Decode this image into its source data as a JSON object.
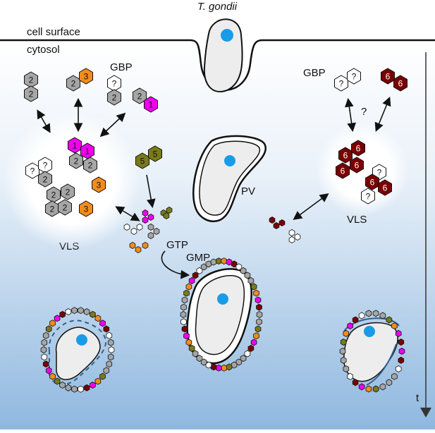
{
  "labels": {
    "pathogen": "T. gondii",
    "cell_surface": "cell surface",
    "cytosol": "cytosol",
    "gbp_left": "GBP",
    "gbp_right": "GBP",
    "vls_left": "VLS",
    "vls_right": "VLS",
    "pv": "PV",
    "gtp": "GTP",
    "gmp": "GMP",
    "question_right": "?",
    "question_vls_right": "?",
    "time": "t"
  },
  "legend_colors": {
    "gbp1": "#ee00ee",
    "gbp2": "#a6a6a6",
    "gbp3": "#f28c1e",
    "gbp5": "#7a7a1a",
    "gbp6": "#7a0000",
    "unknown": "#ffffff",
    "pv_fill": "#ededed",
    "nucleus": "#1a9be8",
    "cytosol_gradient_top": "#ffffff",
    "cytosol_gradient_bottom": "#8fb8df"
  },
  "hex_groups": {
    "gray_dimer": [
      "2",
      "2"
    ],
    "gray_orange_dimer": [
      "2",
      "3"
    ],
    "unknown_gray": [
      "?",
      "2"
    ],
    "gray_magenta": [
      "2",
      "1"
    ],
    "olive_dimer": [
      "5",
      "5"
    ],
    "unknown_dimer_right": [
      "?",
      "?"
    ],
    "red_dimer_right": [
      "6",
      "6"
    ],
    "vls_left_magenta": [
      "1",
      "1"
    ],
    "vls_left_gray_a": [
      "2",
      "2"
    ],
    "vls_left_unknown": [
      "?",
      "?"
    ],
    "vls_left_gray_b": [
      "2"
    ],
    "vls_left_gray_cluster": [
      "2",
      "2",
      "2",
      "2"
    ],
    "vls_left_orange": [
      "3",
      "3"
    ],
    "vls_right_red": [
      "6",
      "6",
      "6",
      "6"
    ],
    "vls_right_white": [
      "?",
      "?"
    ],
    "vls_right_red_b": [
      "6",
      "6"
    ]
  }
}
